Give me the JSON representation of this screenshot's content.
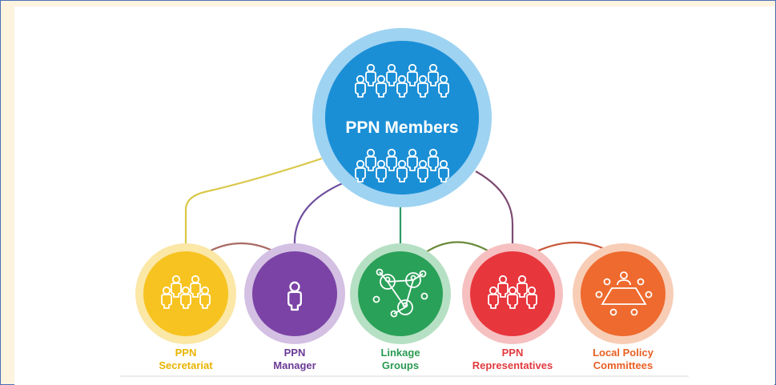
{
  "center": {
    "label": "PPN Members",
    "color": "#1b8fd6",
    "ring": "#9fd3f2"
  },
  "nodes": [
    {
      "id": "secretariat",
      "line1": "PPN",
      "line2": "Secretariat",
      "color": "#f7c320",
      "ring": "#fbe7a6",
      "text_color": "#e8b400",
      "icon": "group-icon"
    },
    {
      "id": "manager",
      "line1": "PPN",
      "line2": "Manager",
      "color": "#7a43a5",
      "ring": "#d4c0e3",
      "text_color": "#6b3a96",
      "icon": "person-icon"
    },
    {
      "id": "linkage",
      "line1": "Linkage",
      "line2": "Groups",
      "color": "#2aa158",
      "ring": "#b6e0c4",
      "text_color": "#2a9a52",
      "icon": "network-icon"
    },
    {
      "id": "representatives",
      "line1": "PPN",
      "line2": "Representatives",
      "color": "#e8363d",
      "ring": "#f6c0c0",
      "text_color": "#e23a3f",
      "icon": "group-icon"
    },
    {
      "id": "committees",
      "line1": "Local Policy",
      "line2": "Committees",
      "color": "#ee6a2e",
      "ring": "#f8cdb6",
      "text_color": "#e85f24",
      "icon": "meeting-table-icon"
    }
  ]
}
